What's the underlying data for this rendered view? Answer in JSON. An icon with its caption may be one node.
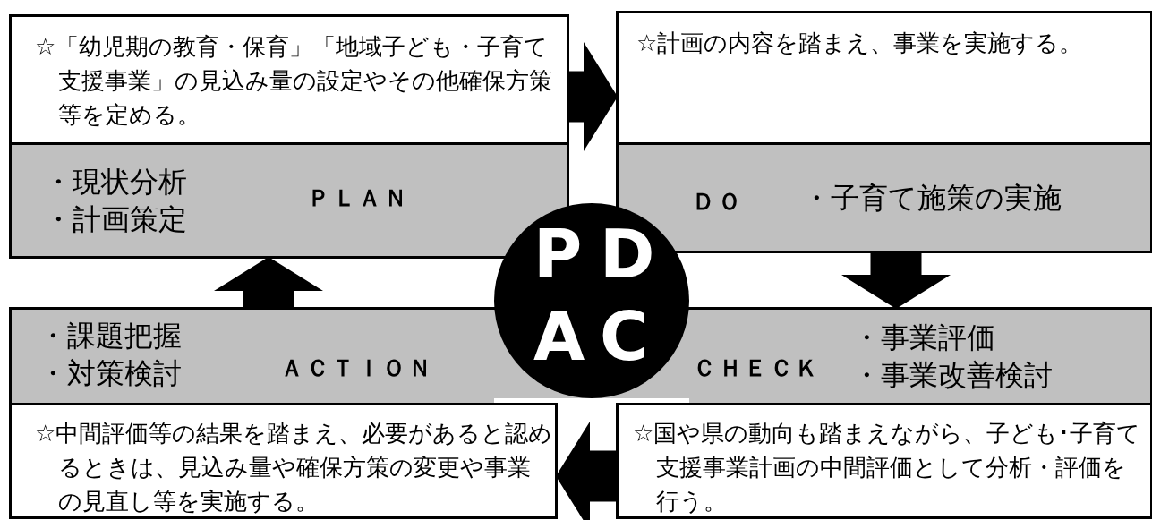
{
  "diagram": {
    "nodes": [
      {
        "text": [
          "☆「幼児期の教育・保育」「地域子ども・子育て支援事業」の見込み量の設定やその他確保方策等を定める。"
        ]
      },
      {
        "text": [
          "・現状分析",
          "・計画策定",
          "ＰＬＡＮ"
        ]
      },
      {
        "text": [
          "☆計画の内容を踏まえ、事業を実施する。"
        ]
      },
      {
        "text": [
          "ＤＯ",
          "・子育て施策の実施"
        ]
      },
      {
        "text": [
          "P",
          "D",
          "A",
          "C"
        ]
      },
      {
        "text": [
          "・課題把握",
          "・対策検討",
          "ＡＣＴＩＯＮ"
        ]
      },
      {
        "text": [
          "ＣＨＥＣＫ",
          "・事業評価",
          "・事業改善検討"
        ]
      },
      {
        "text": [
          "☆中間評価等の結果を踏まえ、必要があると認めるときは、見込み量や確保方策の変更や事業の見直し等を実施する。"
        ]
      },
      {
        "text": [
          "☆国や県の動向も踏まえながら、子ども･子育て支援事業計画の中間評価として分析・評価を行う。"
        ]
      }
    ],
    "edges": [
      {
        "from": 0,
        "to": 2,
        "arrow": "to"
      },
      {
        "from": 3,
        "to": 6,
        "arrow": "to"
      },
      {
        "from": 8,
        "to": 7,
        "arrow": "to"
      },
      {
        "from": 5,
        "to": 1,
        "arrow": "to"
      }
    ]
  }
}
